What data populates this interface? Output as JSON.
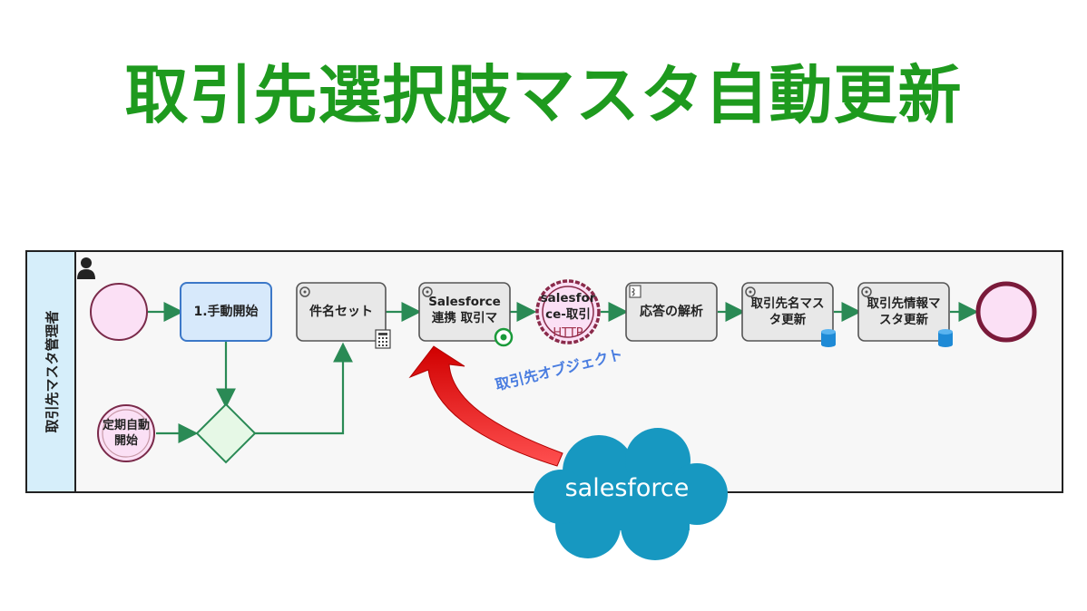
{
  "title": "取引先選択肢マスタ自動更新",
  "lane": {
    "label": "取引先マスタ管理者"
  },
  "nodes": {
    "manual_start": "1.手動開始",
    "timer_start": "定期自動\n開始",
    "subject_set": "件名セット",
    "sf_get": "Salesforce\n連携 取引マ",
    "sf_http": "salesfor\nce-取引",
    "http_label": "HTTP",
    "parse_response": "応答の解析",
    "name_master": "取引先名マス\nタ更新",
    "info_master": "取引先情報マ\nスタ更新"
  },
  "annotation": "取引先オブジェクト",
  "salesforce_logo": "salesforce",
  "colors": {
    "title": "#1e9a1e",
    "flow": "#2a8a55",
    "event_fill": "#fbe0f5",
    "event_stroke": "#7a2a4a",
    "gateway_fill": "#e6f8e6",
    "task_fill": "#e8e8e8",
    "manual_task_fill": "#d7e9fb",
    "manual_task_stroke": "#3c78c8",
    "red_arrow": "#e82020",
    "salesforce_blue": "#1798c1"
  }
}
